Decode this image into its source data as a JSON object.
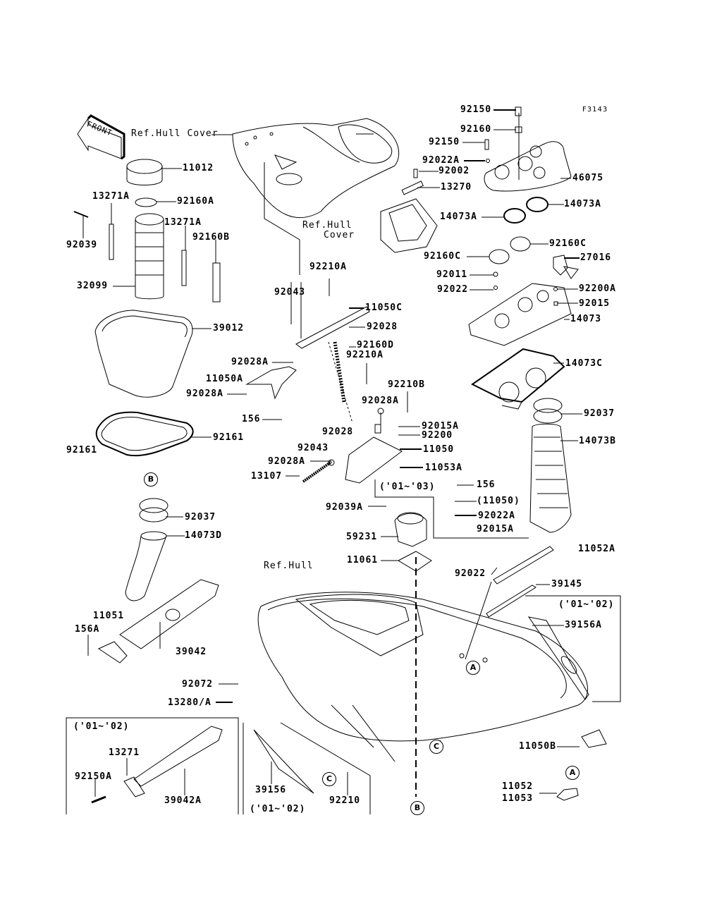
{
  "figure_code": "F3143",
  "front_arrow_label": "FRONT",
  "refs": {
    "hull_cover_top": "Ref.Hull Cover",
    "hull_cover_mid_1": "Ref.Hull",
    "hull_cover_mid_2": "Cover",
    "hull": "Ref.Hull"
  },
  "callouts": {
    "A": "A",
    "B": "B",
    "C": "C"
  },
  "year_notes": {
    "n1": "('01~'03)",
    "n2": "('01~'02)",
    "n3": "('01~'02)",
    "n4": "('01~'02)"
  },
  "parts": [
    {
      "id": "p1",
      "label": "92150"
    },
    {
      "id": "p2",
      "label": "92160"
    },
    {
      "id": "p3",
      "label": "92150"
    },
    {
      "id": "p4",
      "label": "92022A"
    },
    {
      "id": "p5",
      "label": "92002"
    },
    {
      "id": "p6",
      "label": "13270"
    },
    {
      "id": "p7",
      "label": "46075"
    },
    {
      "id": "p8",
      "label": "14073A"
    },
    {
      "id": "p9",
      "label": "14073A"
    },
    {
      "id": "p10",
      "label": "92160C"
    },
    {
      "id": "p11",
      "label": "92160C"
    },
    {
      "id": "p12",
      "label": "27016"
    },
    {
      "id": "p13",
      "label": "92011"
    },
    {
      "id": "p14",
      "label": "92022"
    },
    {
      "id": "p15",
      "label": "92200A"
    },
    {
      "id": "p16",
      "label": "92015"
    },
    {
      "id": "p17",
      "label": "14073"
    },
    {
      "id": "p18",
      "label": "14073C"
    },
    {
      "id": "p19",
      "label": "92037"
    },
    {
      "id": "p20",
      "label": "14073B"
    },
    {
      "id": "p21",
      "label": "11012"
    },
    {
      "id": "p22",
      "label": "13271A"
    },
    {
      "id": "p23",
      "label": "92160A"
    },
    {
      "id": "p24",
      "label": "13271A"
    },
    {
      "id": "p25",
      "label": "92160B"
    },
    {
      "id": "p26",
      "label": "92039"
    },
    {
      "id": "p27",
      "label": "32099"
    },
    {
      "id": "p28",
      "label": "39012"
    },
    {
      "id": "p29",
      "label": "92210A"
    },
    {
      "id": "p30",
      "label": "92043"
    },
    {
      "id": "p31",
      "label": "11050C"
    },
    {
      "id": "p32",
      "label": "92028"
    },
    {
      "id": "p33",
      "label": "92160D"
    },
    {
      "id": "p34",
      "label": "92210A"
    },
    {
      "id": "p35",
      "label": "92028A"
    },
    {
      "id": "p36",
      "label": "11050A"
    },
    {
      "id": "p37",
      "label": "92028A"
    },
    {
      "id": "p38",
      "label": "92210B"
    },
    {
      "id": "p39",
      "label": "92028A"
    },
    {
      "id": "p40",
      "label": "156"
    },
    {
      "id": "p41",
      "label": "92015A"
    },
    {
      "id": "p42",
      "label": "92200"
    },
    {
      "id": "p43",
      "label": "92028"
    },
    {
      "id": "p44",
      "label": "11050"
    },
    {
      "id": "p45",
      "label": "92043"
    },
    {
      "id": "p46",
      "label": "92028A"
    },
    {
      "id": "p47",
      "label": "11053A"
    },
    {
      "id": "p48",
      "label": "13107"
    },
    {
      "id": "p49",
      "label": "92161"
    },
    {
      "id": "p50",
      "label": "92161"
    },
    {
      "id": "p51",
      "label": "156"
    },
    {
      "id": "p52",
      "label": "(11050)"
    },
    {
      "id": "p53",
      "label": "92022A"
    },
    {
      "id": "p54",
      "label": "92015A"
    },
    {
      "id": "p55",
      "label": "92039A"
    },
    {
      "id": "p56",
      "label": "59231"
    },
    {
      "id": "p57",
      "label": "11061"
    },
    {
      "id": "p58",
      "label": "11052A"
    },
    {
      "id": "p59",
      "label": "92022"
    },
    {
      "id": "p60",
      "label": "39145"
    },
    {
      "id": "p61",
      "label": "39156A"
    },
    {
      "id": "p62",
      "label": "92037"
    },
    {
      "id": "p63",
      "label": "14073D"
    },
    {
      "id": "p64",
      "label": "11051"
    },
    {
      "id": "p65",
      "label": "156A"
    },
    {
      "id": "p66",
      "label": "39042"
    },
    {
      "id": "p67",
      "label": "92072"
    },
    {
      "id": "p68",
      "label": "13280/A"
    },
    {
      "id": "p69",
      "label": "13271"
    },
    {
      "id": "p70",
      "label": "92150A"
    },
    {
      "id": "p71",
      "label": "39042A"
    },
    {
      "id": "p72",
      "label": "39156"
    },
    {
      "id": "p73",
      "label": "92210"
    },
    {
      "id": "p74",
      "label": "11050B"
    },
    {
      "id": "p75",
      "label": "11052"
    },
    {
      "id": "p76",
      "label": "11053"
    }
  ]
}
